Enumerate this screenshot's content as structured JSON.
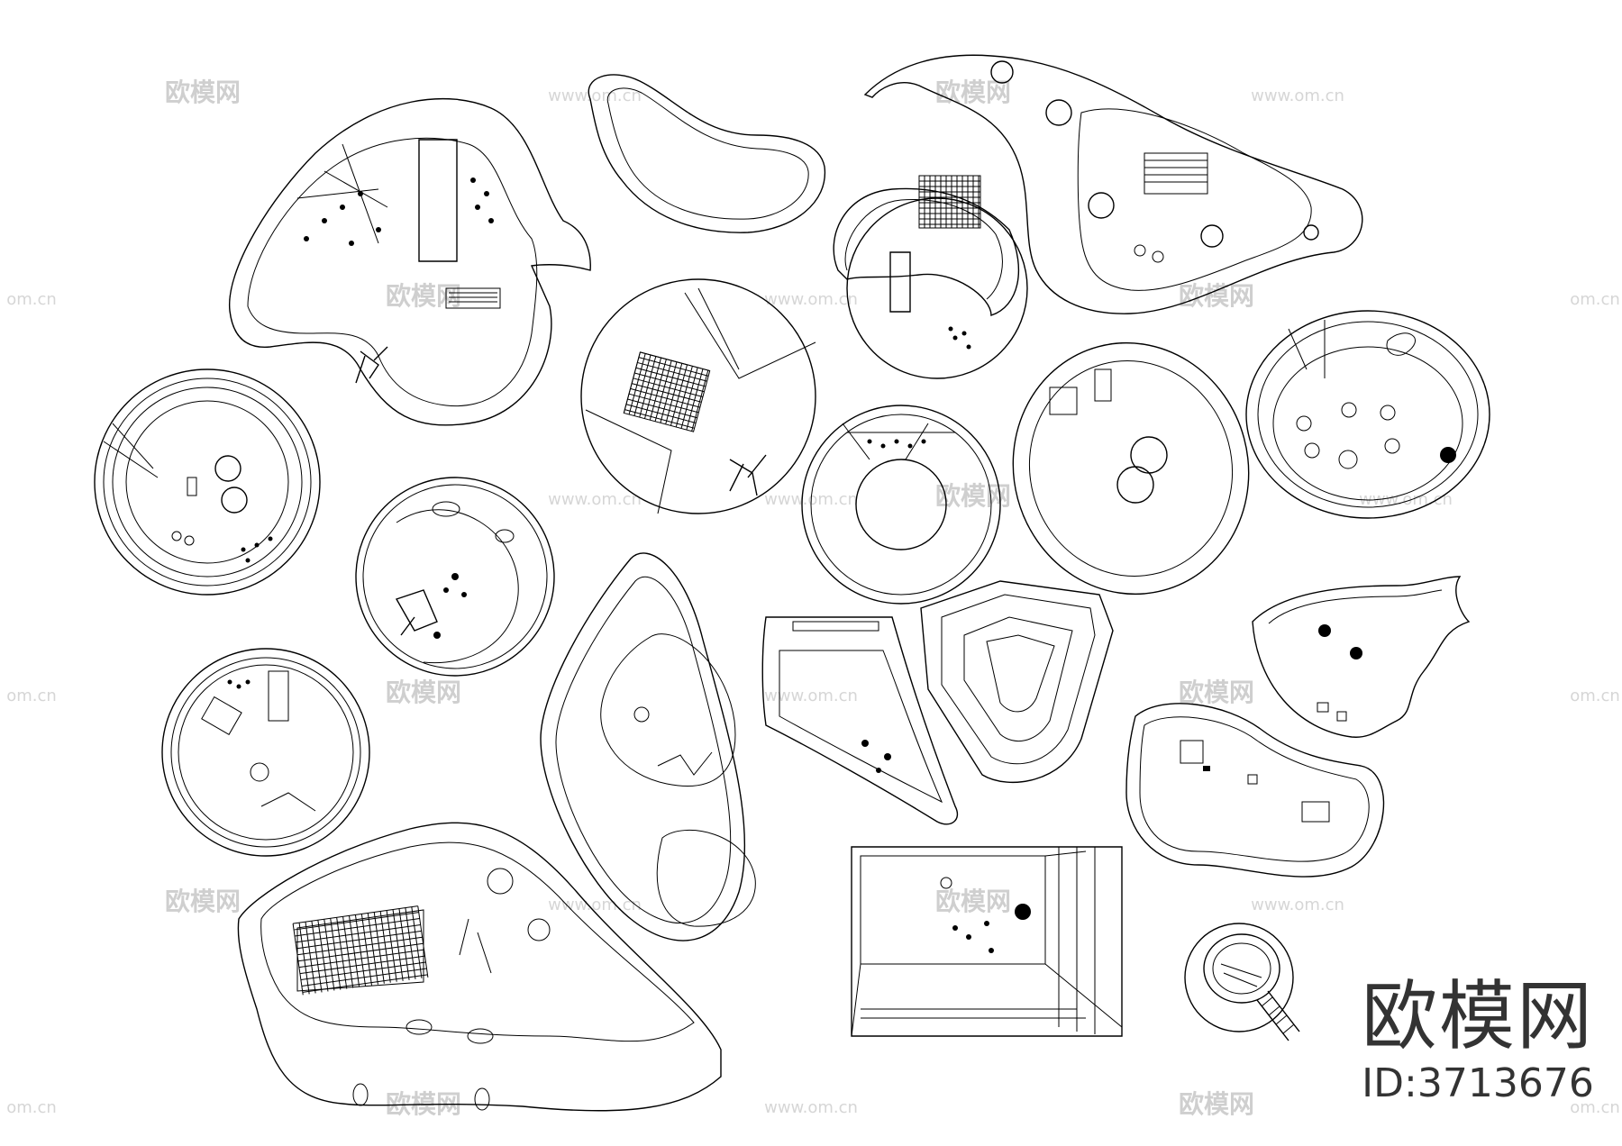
{
  "watermark": {
    "brand": "欧模网",
    "url": "www.om.cn",
    "url_partial": "om.cn"
  },
  "stamp": {
    "name": "欧模网",
    "id_label": "ID:3713676"
  },
  "colors": {
    "line": "#000000",
    "background": "#ffffff",
    "watermark": "#cfcfcf",
    "stamp": "#333333"
  }
}
